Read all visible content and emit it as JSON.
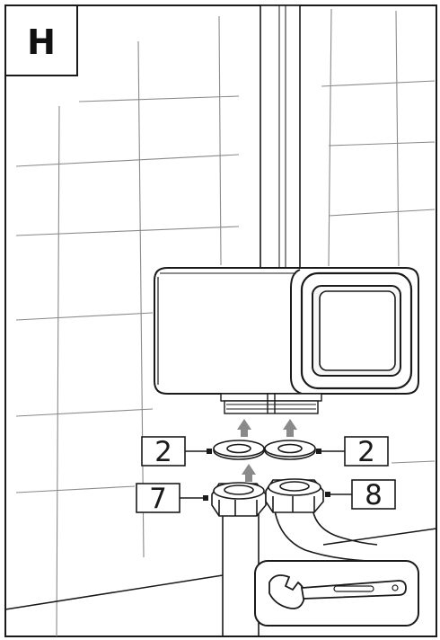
{
  "step": {
    "letter": "H"
  },
  "callouts": {
    "gasket_left": "2",
    "gasket_right": "2",
    "nut_left": "7",
    "nut_right": "8"
  },
  "icons": {
    "tool": "wrench-icon",
    "flow": "arrow-up-icon"
  },
  "colors": {
    "line": "#1a1a1a",
    "tile_grout": "#888888",
    "arrow": "#8a8a8a",
    "background": "#ffffff"
  }
}
